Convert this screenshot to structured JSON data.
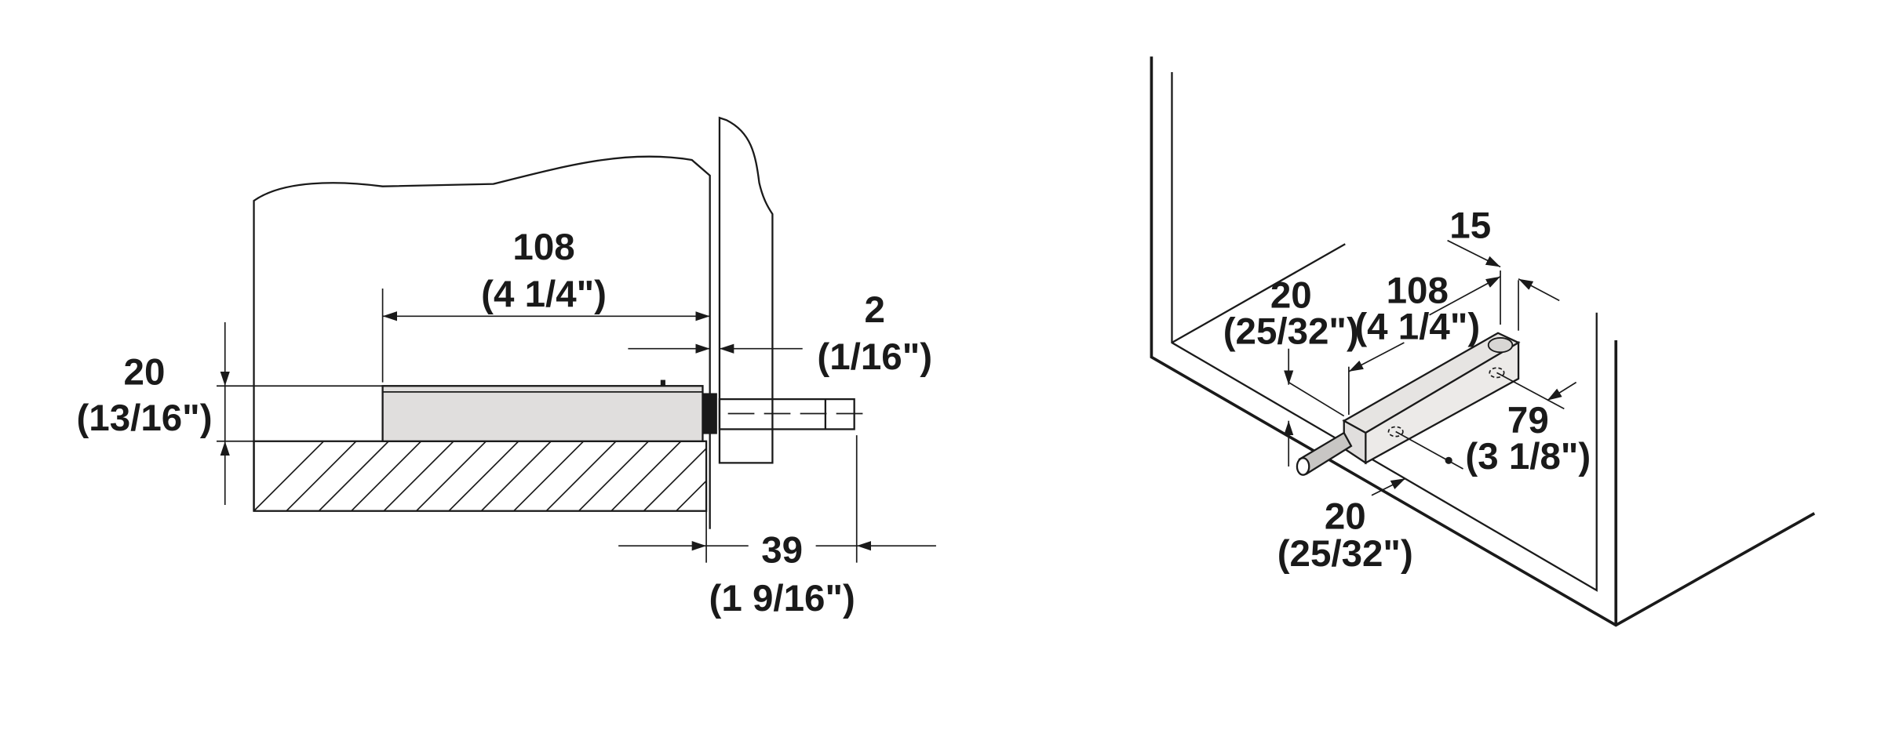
{
  "side_view": {
    "catch_length": {
      "mm": "108",
      "inch": "(4 1/4\")"
    },
    "door_gap": {
      "mm": "2",
      "inch": "(1/16\")"
    },
    "catch_height": {
      "mm": "20",
      "inch": "(13/16\")"
    },
    "plunger_projection": {
      "mm": "39",
      "inch": "(1 9/16\")"
    }
  },
  "iso_view": {
    "width": {
      "mm": "15"
    },
    "catch_length": {
      "mm": "108",
      "inch": "(4 1/4\")"
    },
    "height_offset": {
      "mm": "20",
      "inch": "(25/32\")"
    },
    "hole_spacing": {
      "mm": "79",
      "inch": "(3 1/8\")"
    },
    "edge_offset": {
      "mm": "20",
      "inch": "(25/32\")"
    }
  },
  "colors": {
    "line": "#1a1a1a",
    "catch_fill": "#e0dedd",
    "plunger_fill": "#c8c6c4"
  }
}
